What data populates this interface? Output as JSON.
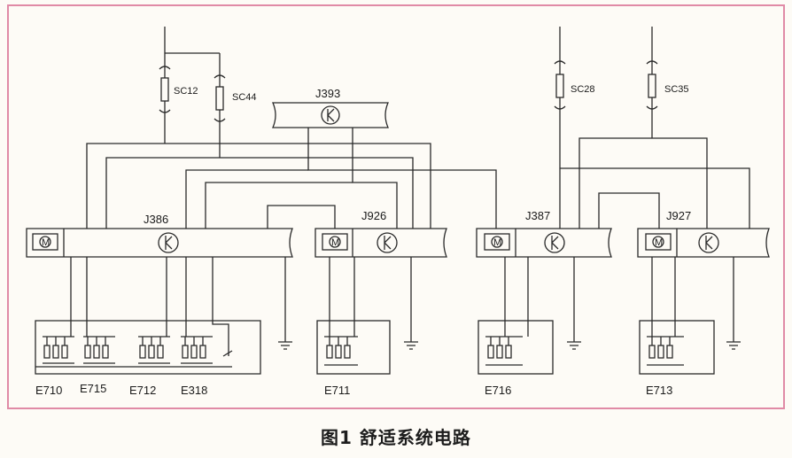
{
  "diagram": {
    "caption": "图1 舒适系统电路",
    "fuses": {
      "sc12": "SC12",
      "sc44": "SC44",
      "sc28": "SC28",
      "sc35": "SC35"
    },
    "modules": {
      "j393": "J393",
      "j386": "J386",
      "j926": "J926",
      "j387": "J387",
      "j927": "J927"
    },
    "switches": {
      "e710": "E710",
      "e715": "E715",
      "e712": "E712",
      "e318": "E318",
      "e711": "E711",
      "e716": "E716",
      "e713": "E713"
    },
    "colors": {
      "frame": "#e08aa6",
      "line": "#2a2a2a",
      "page": "#fdfbf6"
    }
  }
}
